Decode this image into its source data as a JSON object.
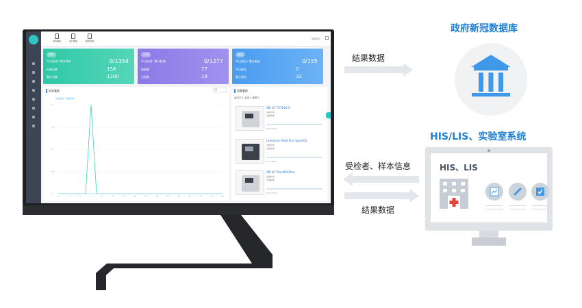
{
  "app": {
    "top_tabs": [
      "综合看板",
      "运行看板",
      "报告查看"
    ],
    "user": "admin",
    "stat_cards": [
      {
        "badge": "样本",
        "big": "0/1354",
        "rows": [
          {
            "label": "今日检测 / 累计样本",
            "value": ""
          },
          {
            "label": "检测总数",
            "value": "154"
          },
          {
            "label": "累计总数",
            "value": "1200"
          }
        ]
      },
      {
        "badge": "上机",
        "big": "0/1277",
        "rows": [
          {
            "label": "今日检测 / 累计检测",
            "value": ""
          },
          {
            "label": "待检数",
            "value": "77"
          },
          {
            "label": "已检数",
            "value": "18"
          }
        ]
      },
      {
        "badge": "报告",
        "big": "0/155",
        "rows": [
          {
            "label": "今日报告 / 累计报告",
            "value": ""
          },
          {
            "label": "今日报告",
            "value": "0"
          },
          {
            "label": "累计报告",
            "value": "32"
          }
        ]
      }
    ]
  },
  "chart_panel": {
    "title": "样本看板",
    "select_value": "月",
    "legend": [
      "已检样本",
      "待检样本"
    ]
  },
  "chart_data": {
    "type": "line",
    "x": [
      1,
      2,
      3,
      4,
      5,
      6,
      7,
      8,
      9,
      10,
      11,
      12,
      13,
      14,
      15,
      16,
      17,
      18,
      19,
      20,
      21,
      22,
      23,
      24,
      25,
      26,
      27,
      28,
      29,
      30,
      31
    ],
    "series": [
      {
        "name": "已检样本",
        "values": [
          0,
          0,
          0,
          0,
          0,
          0,
          2,
          0,
          0,
          0,
          0,
          0,
          0,
          0,
          0,
          0,
          0,
          0,
          0,
          0,
          0,
          0,
          0,
          0,
          0,
          0,
          0,
          0,
          0,
          0,
          0
        ]
      },
      {
        "name": "待检样本",
        "values": [
          0,
          0,
          0,
          0,
          0,
          0,
          0,
          0,
          0,
          0,
          0,
          0,
          0,
          0,
          0,
          0,
          0,
          0,
          0,
          0,
          0,
          0,
          0,
          0,
          0,
          0,
          0,
          0,
          0,
          0,
          0
        ]
      }
    ],
    "y_ticks": [
      "2",
      "1.5",
      "1",
      "0.5",
      "0"
    ],
    "ylim": [
      0,
      2
    ]
  },
  "device_panel": {
    "title": "设备看板",
    "stats": "运行中 1    空闲 2    故障 0",
    "devices": [
      {
        "name": "ABI Q7 TS7100 III",
        "meta1": "当前状态",
        "meta2": "当前样本",
        "time": "09-08 09:40"
      },
      {
        "name": "Lonidness 9600 Plus Scan001",
        "meta1": "当前状态",
        "meta2": "当前样本",
        "time": "09-08 09:40"
      },
      {
        "name": "ABI Q7 Proc9600Plus",
        "meta1": "当前状态",
        "meta2": "当前样本",
        "time": "09-08 09:40"
      }
    ]
  },
  "flow": {
    "gov_title": "政府新冠数据库",
    "his_title": "HIS/LIS、实验室系统",
    "his_screen_label": "HIS、LIS",
    "arrow_top_label": "结果数据",
    "arrow_mid_label": "受检者、样本信息",
    "arrow_bottom_label": "结果数据"
  },
  "colors": {
    "accent_blue": "#1d7fd6",
    "card_green": "#2fc8a7",
    "card_purple": "#8b7ae6",
    "card_blue": "#4a9cf0",
    "line_series": "#34d6b4"
  }
}
